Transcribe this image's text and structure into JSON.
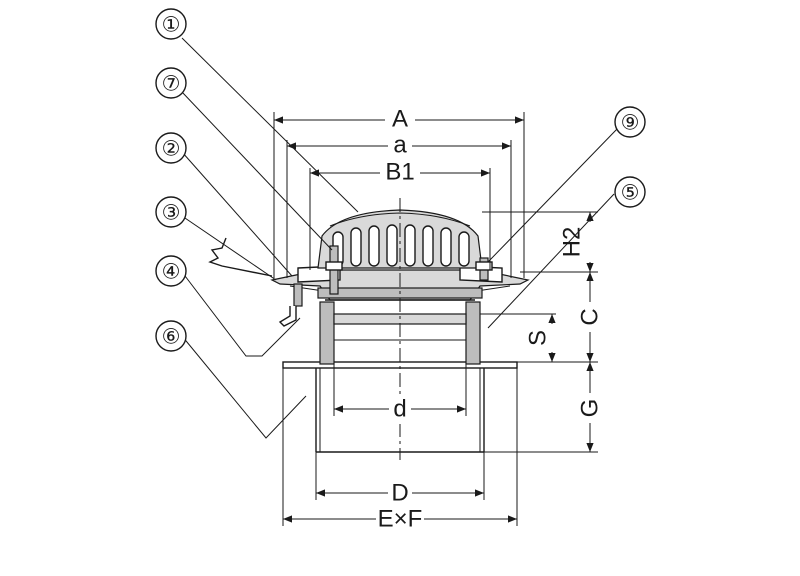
{
  "callouts": [
    "①",
    "⑦",
    "②",
    "③",
    "④",
    "⑥",
    "⑨",
    "⑤"
  ],
  "dimensions": {
    "A": "A",
    "a": "a",
    "B1": "B1",
    "H2": "H2",
    "C": "C",
    "S": "S",
    "G": "G",
    "d": "d",
    "D": "D",
    "ExF": "E×F"
  }
}
